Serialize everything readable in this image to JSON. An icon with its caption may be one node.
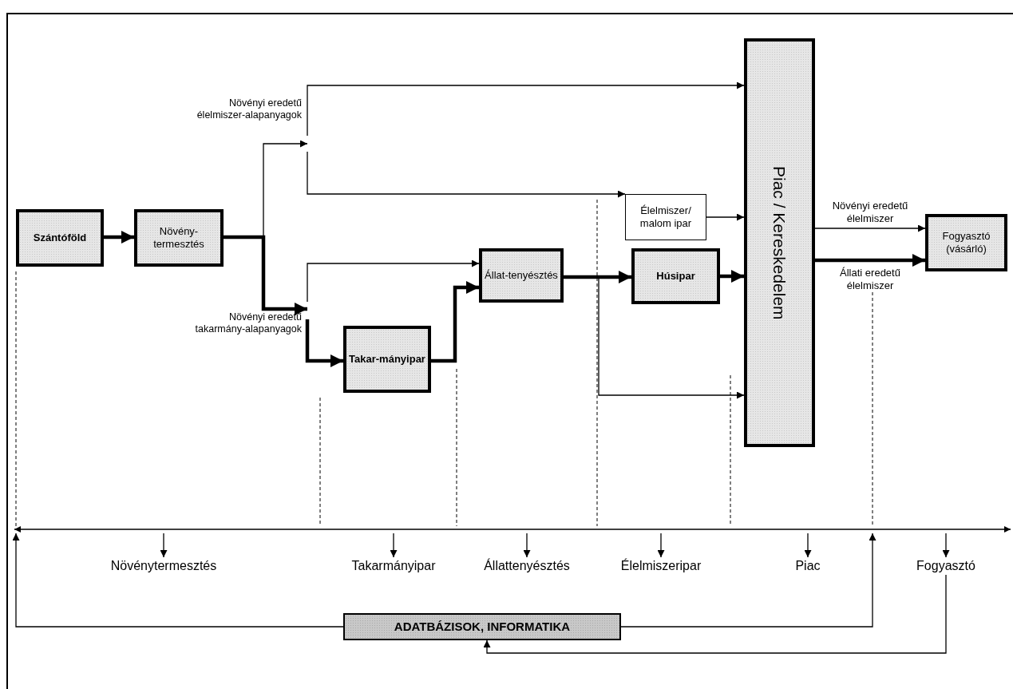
{
  "diagram": {
    "nodes": [
      {
        "text": [
          "Szántóföld"
        ]
      },
      {
        "text": [
          "Növény-termesztés"
        ]
      },
      {
        "text": [
          "Növényi eredetű élelmiszer-alapanyagok"
        ]
      },
      {
        "text": [
          "Növényi eredetű takarmány-alapanyagok"
        ]
      },
      {
        "text": [
          "Takar-mányipar"
        ]
      },
      {
        "text": [
          "Állat-tenyésztés"
        ]
      },
      {
        "text": [
          "Élelmiszer/ malom ipar"
        ]
      },
      {
        "text": [
          "Húsipar"
        ]
      },
      {
        "text": [
          "Piac / Kereskedelem"
        ]
      },
      {
        "text": [
          "Fogyasztó (vásárló)"
        ]
      },
      {
        "text": [
          "ADATBÁZISOK, INFORMATIKA"
        ]
      },
      {
        "text": [
          "Növénytermesztés"
        ]
      },
      {
        "text": [
          "Takarmányipar"
        ]
      },
      {
        "text": [
          "Állattenyésztés"
        ]
      },
      {
        "text": [
          "Élelmiszeripar"
        ]
      },
      {
        "text": [
          "Piac"
        ]
      },
      {
        "text": [
          "Fogyasztó"
        ]
      }
    ],
    "edges": [
      {
        "from": 0,
        "to": 1,
        "arrow": "to",
        "style": "thick"
      },
      {
        "from": 1,
        "to": 2,
        "arrow": "to"
      },
      {
        "from": 1,
        "to": 3,
        "arrow": "to",
        "style": "thick"
      },
      {
        "from": 2,
        "to": 8,
        "arrow": "to"
      },
      {
        "from": 2,
        "to": 6,
        "arrow": "to"
      },
      {
        "from": 3,
        "to": 5,
        "arrow": "to"
      },
      {
        "from": 3,
        "to": 4,
        "arrow": "to",
        "style": "thick"
      },
      {
        "from": 4,
        "to": 5,
        "arrow": "to",
        "style": "thick"
      },
      {
        "from": 5,
        "to": 7,
        "arrow": "to",
        "style": "thick"
      },
      {
        "from": 5,
        "to": 8,
        "arrow": "to"
      },
      {
        "from": 6,
        "to": 8,
        "arrow": "to"
      },
      {
        "from": 7,
        "to": 8,
        "arrow": "to",
        "style": "thick"
      },
      {
        "from": 8,
        "to": 9,
        "arrow": "to",
        "label": "Növényi eredetű élelmiszer"
      },
      {
        "from": 8,
        "to": 9,
        "arrow": "to",
        "style": "thick",
        "label": "Állati eredetű élelmiszer"
      },
      {
        "from": 10,
        "to": null,
        "arrow": "to"
      },
      {
        "from": 10,
        "to": null,
        "arrow": "to"
      },
      {
        "from": 16,
        "to": 10,
        "arrow": "to"
      },
      {
        "from": null,
        "to": 11,
        "arrow": "to"
      },
      {
        "from": null,
        "to": 12,
        "arrow": "to"
      },
      {
        "from": null,
        "to": 13,
        "arrow": "to"
      },
      {
        "from": null,
        "to": 14,
        "arrow": "to"
      },
      {
        "from": null,
        "to": 15,
        "arrow": "to"
      },
      {
        "from": null,
        "to": 16,
        "arrow": "to"
      }
    ]
  }
}
